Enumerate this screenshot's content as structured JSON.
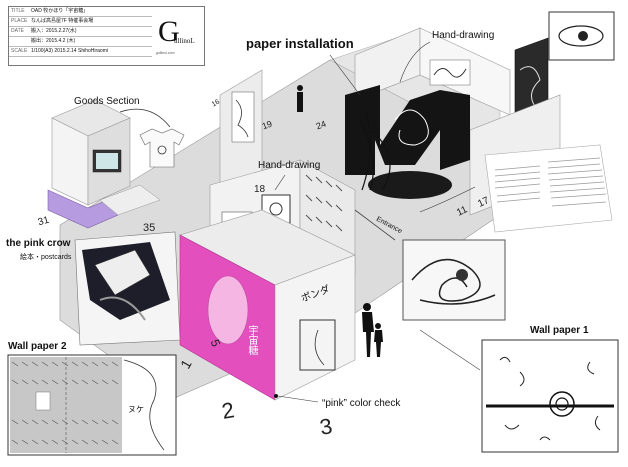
{
  "title_block": {
    "rows": [
      {
        "key": "TITLE",
        "value": "OAD   牧かほり「宇宙糖」"
      },
      {
        "key": "PLACE",
        "value": "なんば高島屋7F 特催事会場"
      },
      {
        "key": "DATE",
        "value": "搬入：2015.2.27(水)"
      },
      {
        "key": "",
        "value": "搬出：2015.4.2 (木)"
      },
      {
        "key": "SCALE",
        "value": "1/100(A3)       2015.2.14  ShihoHiraomi"
      }
    ],
    "logo_letter": "G",
    "logo_name": "ullinoL",
    "logo_url": "gullinol.com"
  },
  "labels": {
    "paper_installation": "paper installation",
    "hand_drawing_top": "Hand-drawing",
    "hand_drawing_mid": "Hand-drawing",
    "goods_section": "Goods Section",
    "pink_crow": "the  pink crow",
    "pink_crow_sub": "絵本・postcards",
    "wall_paper_1": "Wall paper 1",
    "wall_paper_2": "Wall paper 2",
    "pink_color_check": "“pink” color check",
    "entrance": "Entrance",
    "pink_wall_text": "宇宙糖",
    "wall_script": "ボンダ",
    "wall_paper_2_note": "ヌケ"
  },
  "numbers": {
    "n31": "31",
    "n35": "35",
    "n18": "18",
    "n19": "19",
    "n24": "24",
    "n11": "11",
    "n17": "17",
    "n5": "5",
    "n1": "1",
    "n2": "2",
    "n3": "3",
    "n16": "16"
  },
  "colors": {
    "pink": "#e44fbe",
    "floor": "#dcdcdc",
    "wall_light": "#f1f1f1",
    "wall_shade": "#b9b9b9",
    "black_install": "#141414",
    "goods_purple": "#b79be0"
  }
}
